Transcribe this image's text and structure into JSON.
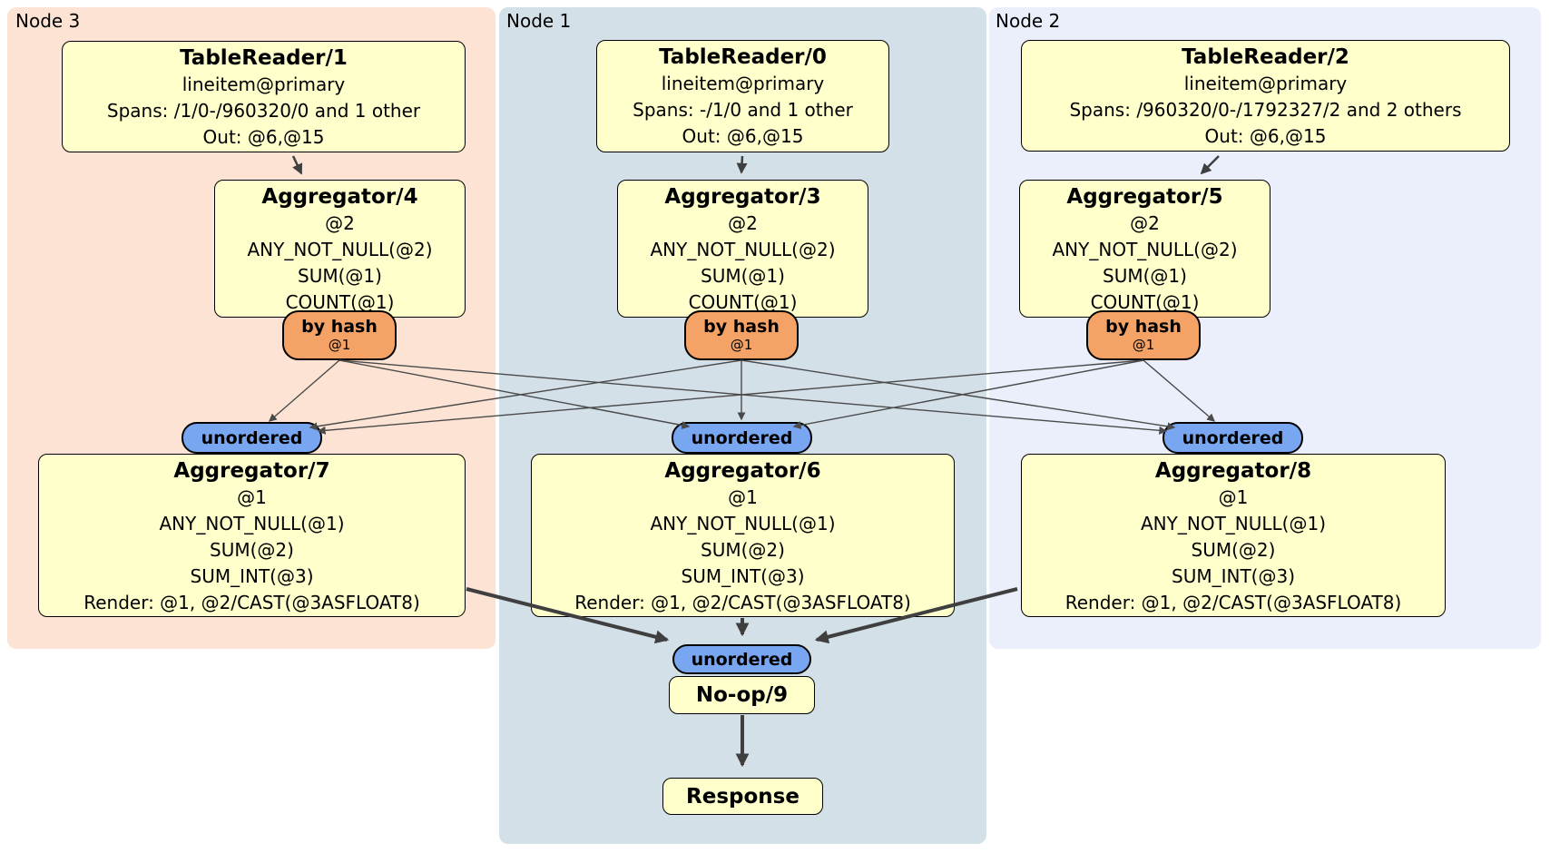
{
  "colors": {
    "node3_panel_bg": "#fde3d4",
    "node1_panel_bg": "#d3e0e8",
    "node2_panel_bg": "#eaeffb",
    "processor_box_bg": "#ffffcc",
    "router_bg": "#f4a266",
    "sync_bg": "#78a6f0",
    "edge_color": "#3f3f3f",
    "border_color": "#000000"
  },
  "panels": [
    {
      "label": "Node 3",
      "table_reader": {
        "title": "TableReader/1",
        "lines": [
          "lineitem@primary",
          "Spans: /1/0-/960320/0 and 1 other",
          "Out: @6,@15"
        ]
      },
      "aggregator_top": {
        "title": "Aggregator/4",
        "lines": [
          "@2",
          "ANY_NOT_NULL(@2)",
          "SUM(@1)",
          "COUNT(@1)"
        ]
      },
      "router": {
        "label": "by hash",
        "detail": "@1"
      },
      "sync": {
        "label": "unordered"
      },
      "aggregator_bottom": {
        "title": "Aggregator/7",
        "lines": [
          "@1",
          "ANY_NOT_NULL(@1)",
          "SUM(@2)",
          "SUM_INT(@3)",
          "Render: @1, @2/CAST(@3ASFLOAT8)"
        ]
      }
    },
    {
      "label": "Node 1",
      "table_reader": {
        "title": "TableReader/0",
        "lines": [
          "lineitem@primary",
          "Spans: -/1/0 and 1 other",
          "Out: @6,@15"
        ]
      },
      "aggregator_top": {
        "title": "Aggregator/3",
        "lines": [
          "@2",
          "ANY_NOT_NULL(@2)",
          "SUM(@1)",
          "COUNT(@1)"
        ]
      },
      "router": {
        "label": "by hash",
        "detail": "@1"
      },
      "sync": {
        "label": "unordered"
      },
      "aggregator_bottom": {
        "title": "Aggregator/6",
        "lines": [
          "@1",
          "ANY_NOT_NULL(@1)",
          "SUM(@2)",
          "SUM_INT(@3)",
          "Render: @1, @2/CAST(@3ASFLOAT8)"
        ]
      }
    },
    {
      "label": "Node 2",
      "table_reader": {
        "title": "TableReader/2",
        "lines": [
          "lineitem@primary",
          "Spans: /960320/0-/1792327/2 and 2 others",
          "Out: @6,@15"
        ]
      },
      "aggregator_top": {
        "title": "Aggregator/5",
        "lines": [
          "@2",
          "ANY_NOT_NULL(@2)",
          "SUM(@1)",
          "COUNT(@1)"
        ]
      },
      "router": {
        "label": "by hash",
        "detail": "@1"
      },
      "sync": {
        "label": "unordered"
      },
      "aggregator_bottom": {
        "title": "Aggregator/8",
        "lines": [
          "@1",
          "ANY_NOT_NULL(@1)",
          "SUM(@2)",
          "SUM_INT(@3)",
          "Render: @1, @2/CAST(@3ASFLOAT8)"
        ]
      }
    }
  ],
  "output": {
    "sync": {
      "label": "unordered"
    },
    "noop": {
      "title": "No-op/9"
    },
    "response": {
      "title": "Response"
    }
  },
  "edges": [
    {
      "from": "TableReader/1",
      "to": "Aggregator/4"
    },
    {
      "from": "TableReader/0",
      "to": "Aggregator/3"
    },
    {
      "from": "TableReader/2",
      "to": "Aggregator/5"
    },
    {
      "from": "Aggregator/4 by hash",
      "to": "Aggregator/7 unordered"
    },
    {
      "from": "Aggregator/4 by hash",
      "to": "Aggregator/6 unordered"
    },
    {
      "from": "Aggregator/4 by hash",
      "to": "Aggregator/8 unordered"
    },
    {
      "from": "Aggregator/3 by hash",
      "to": "Aggregator/7 unordered"
    },
    {
      "from": "Aggregator/3 by hash",
      "to": "Aggregator/6 unordered"
    },
    {
      "from": "Aggregator/3 by hash",
      "to": "Aggregator/8 unordered"
    },
    {
      "from": "Aggregator/5 by hash",
      "to": "Aggregator/7 unordered"
    },
    {
      "from": "Aggregator/5 by hash",
      "to": "Aggregator/6 unordered"
    },
    {
      "from": "Aggregator/5 by hash",
      "to": "Aggregator/8 unordered"
    },
    {
      "from": "Aggregator/7",
      "to": "No-op/9 unordered"
    },
    {
      "from": "Aggregator/6",
      "to": "No-op/9 unordered"
    },
    {
      "from": "Aggregator/8",
      "to": "No-op/9 unordered"
    },
    {
      "from": "No-op/9",
      "to": "Response"
    }
  ]
}
